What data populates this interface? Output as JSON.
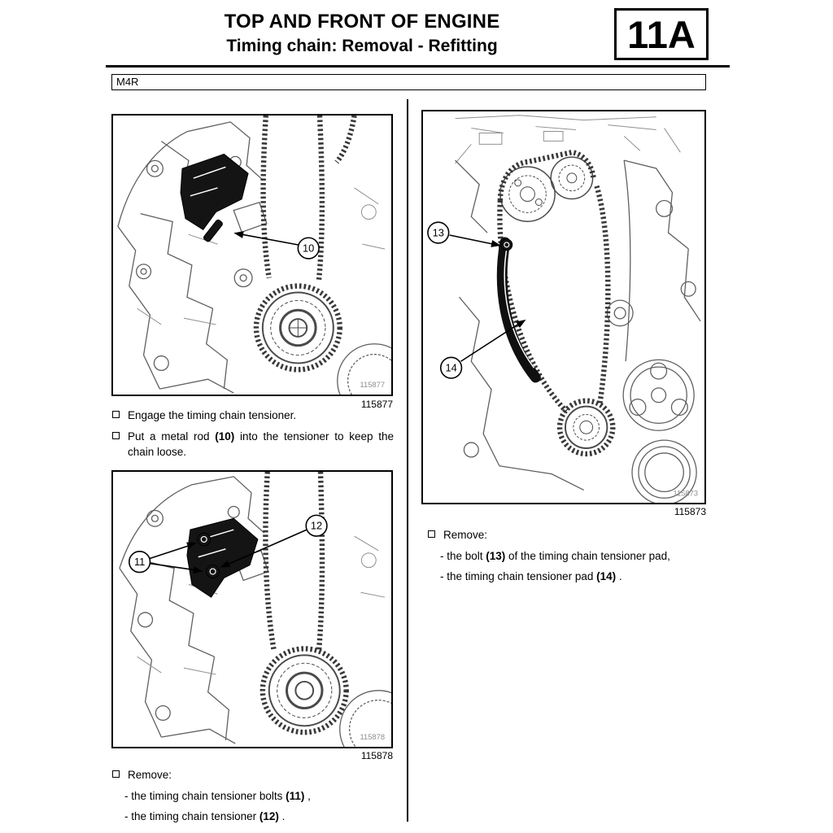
{
  "header": {
    "title_line1": "TOP AND FRONT OF ENGINE",
    "title_line2": "Timing chain: Removal - Refitting",
    "section_code": "11A",
    "engine_code": "M4R"
  },
  "figures": {
    "fig_tensioner_rod": {
      "id": "115877",
      "callout_10": "10"
    },
    "fig_tensioner_removal": {
      "id": "115878",
      "callout_11": "11",
      "callout_12": "12"
    },
    "fig_tensioner_pad": {
      "id": "115873",
      "callout_13": "13",
      "callout_14": "14"
    }
  },
  "left_column": {
    "step_engage": "Engage the timing chain tensioner.",
    "step_rod": {
      "pre": "Put a metal rod ",
      "bold": "(10)",
      "post": " into the tensioner to keep the chain loose."
    },
    "remove_label": "Remove:",
    "remove_items": [
      {
        "pre": "- the timing chain tensioner bolts ",
        "bold": "(11)",
        "post": " ,"
      },
      {
        "pre": "- the timing chain tensioner ",
        "bold": "(12)",
        "post": " ."
      }
    ]
  },
  "right_column": {
    "remove_label": "Remove:",
    "remove_items": [
      {
        "pre": "- the bolt ",
        "bold": "(13)",
        "post": " of the timing chain tensioner pad,"
      },
      {
        "pre": "- the timing chain tensioner pad ",
        "bold": "(14)",
        "post": " ."
      }
    ]
  }
}
